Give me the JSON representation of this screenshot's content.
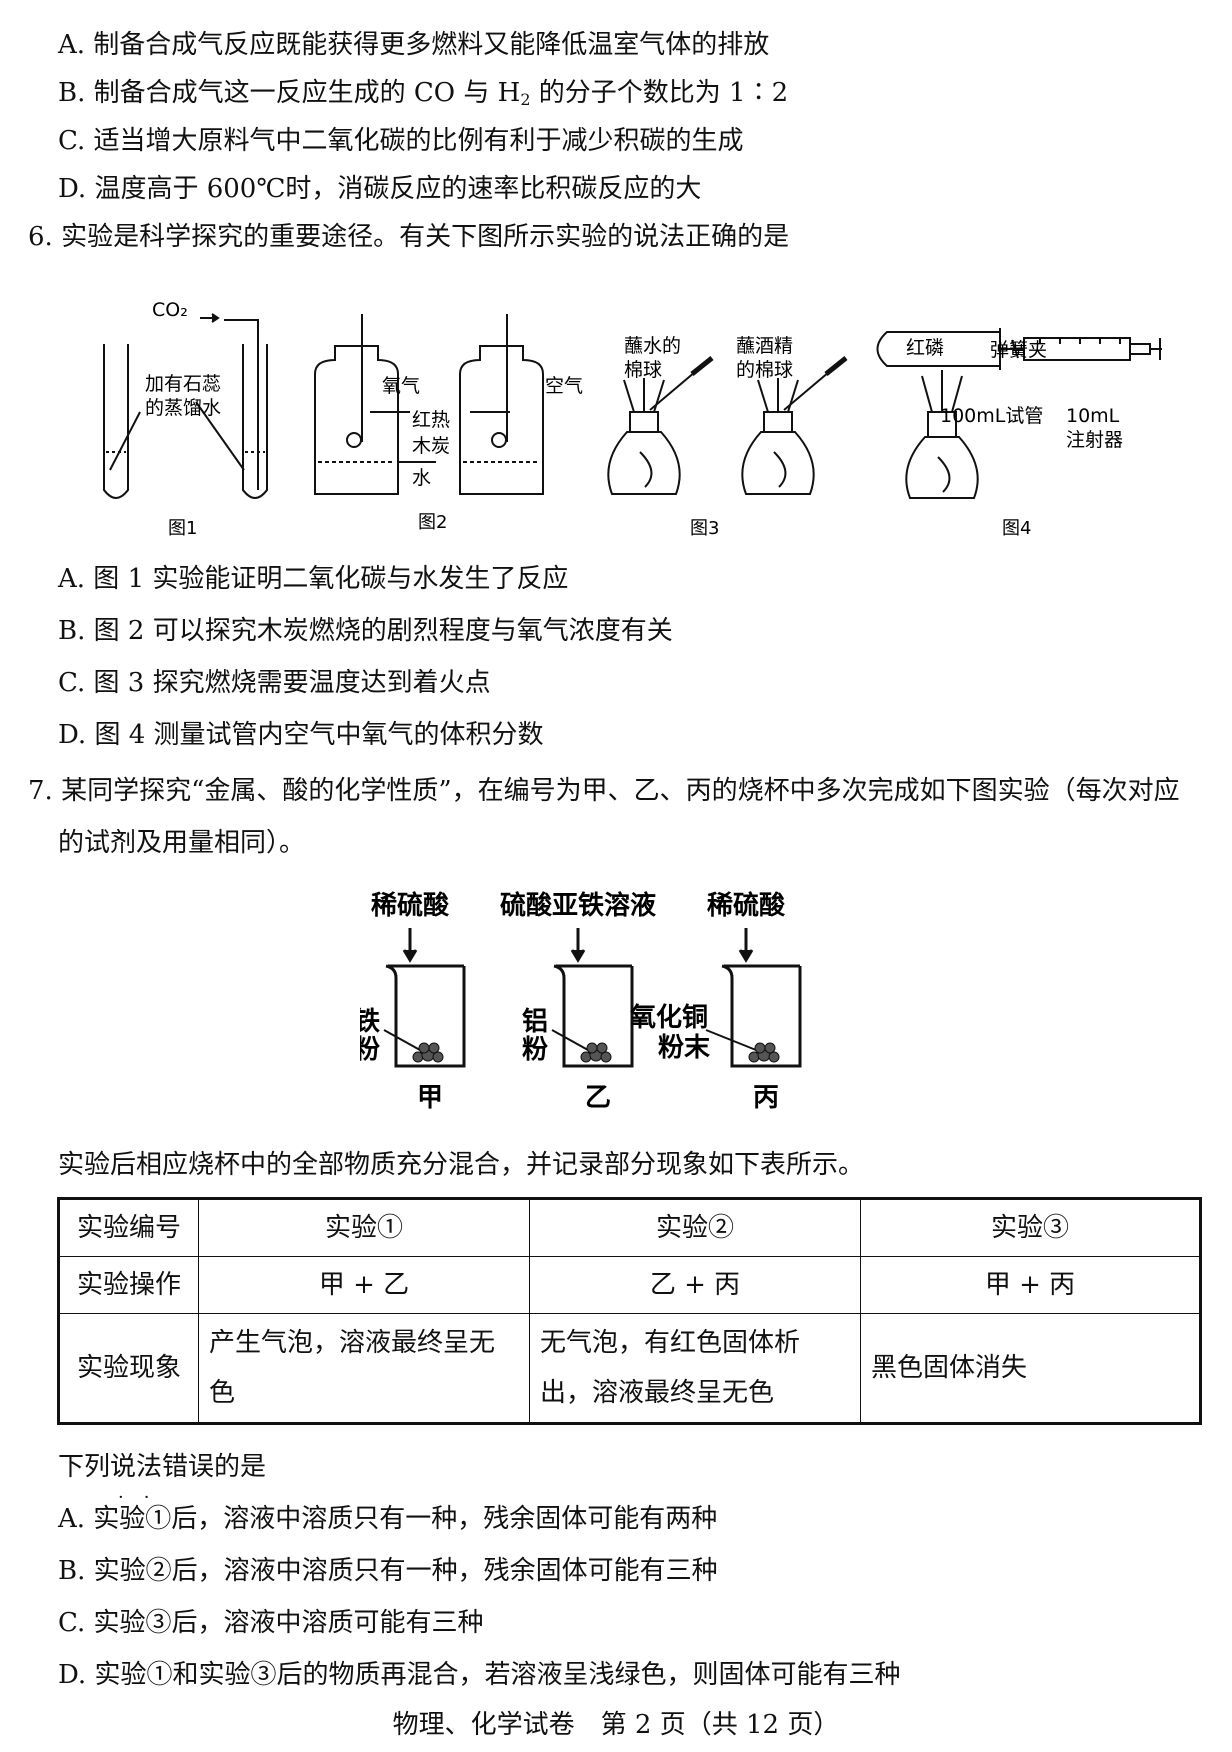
{
  "q5_options": [
    "A. 制备合成气反应既能获得更多燃料又能降低温室气体的排放",
    "B. 制备合成气这一反应生成的 CO 与 H",
    "C. 适当增大原料气中二氧化碳的比例有利于减少积碳的生成",
    "D. 温度高于 600℃时，消碳反应的速率比积碳反应的大"
  ],
  "q5_b_sub": "2",
  "q5_b_tail": " 的分子个数比为 1∶2",
  "q6": {
    "stem": "6. 实验是科学探究的重要途径。有关下图所示实验的说法正确的是",
    "fig1": {
      "co2": "CO₂",
      "label1": "加有石蕊",
      "label2": "的蒸馏水",
      "caption": "图1"
    },
    "fig2": {
      "oxygen": "氧气",
      "air": "空气",
      "charcoal1": "红热",
      "charcoal2": "木炭",
      "water": "水",
      "caption": "图2"
    },
    "fig3": {
      "water_ball1": "蘸水的",
      "water_ball2": "棉球",
      "alcohol_ball1": "蘸酒精",
      "alcohol_ball2": "的棉球",
      "caption": "图3"
    },
    "fig4": {
      "phosphorus": "红磷",
      "clip": "弹簧夹",
      "tube": "100mL试管",
      "syringe1": "10mL",
      "syringe2": "注射器",
      "caption": "图4"
    },
    "options": [
      "A. 图 1 实验能证明二氧化碳与水发生了反应",
      "B. 图 2 可以探究木炭燃烧的剧烈程度与氧气浓度有关",
      "C. 图 3 探究燃烧需要温度达到着火点",
      "D. 图 4 测量试管内空气中氧气的体积分数"
    ]
  },
  "q7": {
    "stem1": "7. 某同学探究“金属、酸的化学性质”，在编号为甲、乙、丙的烧杯中多次完成如下图实验（每次对应",
    "stem2": "的试剂及用量相同）。",
    "beakers": [
      {
        "reagent": "稀硫酸",
        "solid1": "铁",
        "solid2": "粉",
        "name": "甲"
      },
      {
        "reagent": "硫酸亚铁溶液",
        "solid1": "铝",
        "solid2": "粉",
        "name": "乙"
      },
      {
        "reagent": "稀硫酸",
        "solid1": "氧化铜",
        "solid2": "粉末",
        "name": "丙"
      }
    ],
    "mix_text": "实验后相应烧杯中的全部物质充分混合，并记录部分现象如下表所示。",
    "table": {
      "row_headers": [
        "实验编号",
        "实验操作",
        "实验现象"
      ],
      "numbers": [
        "实验①",
        "实验②",
        "实验③"
      ],
      "operations": [
        "甲 + 乙",
        "乙 + 丙",
        "甲 + 丙"
      ],
      "phenomena": [
        "产生气泡，溶液最终呈无色",
        "无气泡，有红色固体析出，溶液最终呈无色",
        "黑色固体消失"
      ]
    },
    "question": "下列说法错误的是",
    "options": [
      "A. 实验①后，溶液中溶质只有一种，残余固体可能有两种",
      "B. 实验②后，溶液中溶质只有一种，残余固体可能有三种",
      "C. 实验③后，溶液中溶质可能有三种",
      "D. 实验①和实验③后的物质再混合，若溶液呈浅绿色，则固体可能有三种"
    ]
  },
  "footer": "物理、化学试卷　第 2 页（共 12 页）"
}
